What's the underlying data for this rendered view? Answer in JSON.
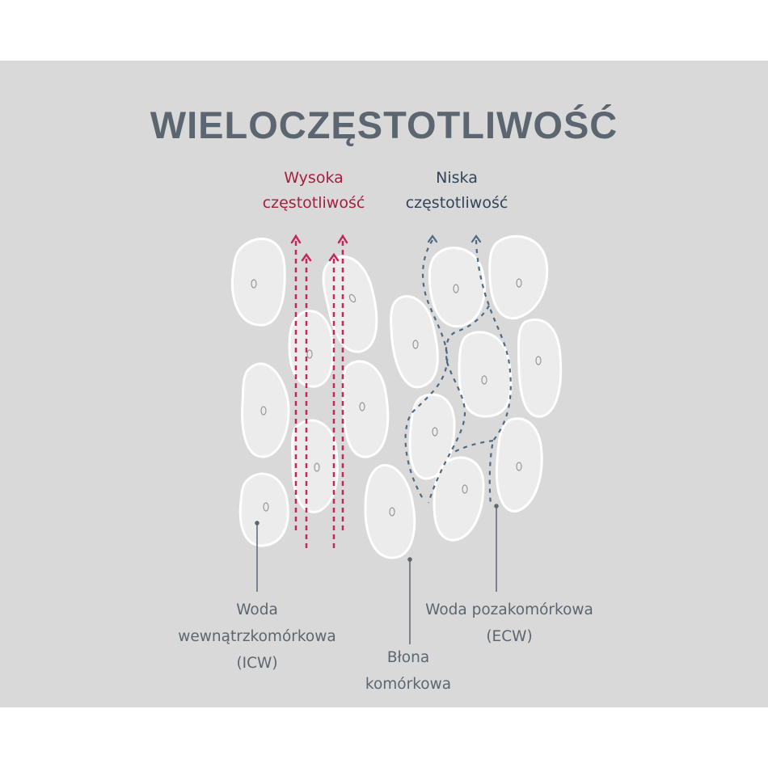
{
  "title": "WIELOCZĘSTOTLIWOŚĆ",
  "frequencies": {
    "high": {
      "line1": "Wysoka",
      "line2": "częstotliwość",
      "color": "#a3203f"
    },
    "low": {
      "line1": "Niska",
      "line2": "częstotliwość",
      "color": "#33445a"
    }
  },
  "callouts": {
    "icw": {
      "line1": "Woda",
      "line2": "wewnątrzkomórkowa",
      "line3": "(ICW)"
    },
    "membrane": {
      "line1": "Błona",
      "line2": "komórkowa"
    },
    "ecw": {
      "line1": "Woda pozakomórkowa",
      "line2": "(ECW)"
    }
  },
  "colors": {
    "background": "#d9d9d9",
    "cell_fill": "#ececec",
    "cell_outline": "#ffffff",
    "text": "#5c6670",
    "high_freq_path": "#c2285a",
    "low_freq_path": "#4d6a85"
  },
  "icons": {
    "cell": "cell-icon",
    "nucleus": "nucleus-icon",
    "arrow_up": "arrow-up-icon"
  }
}
